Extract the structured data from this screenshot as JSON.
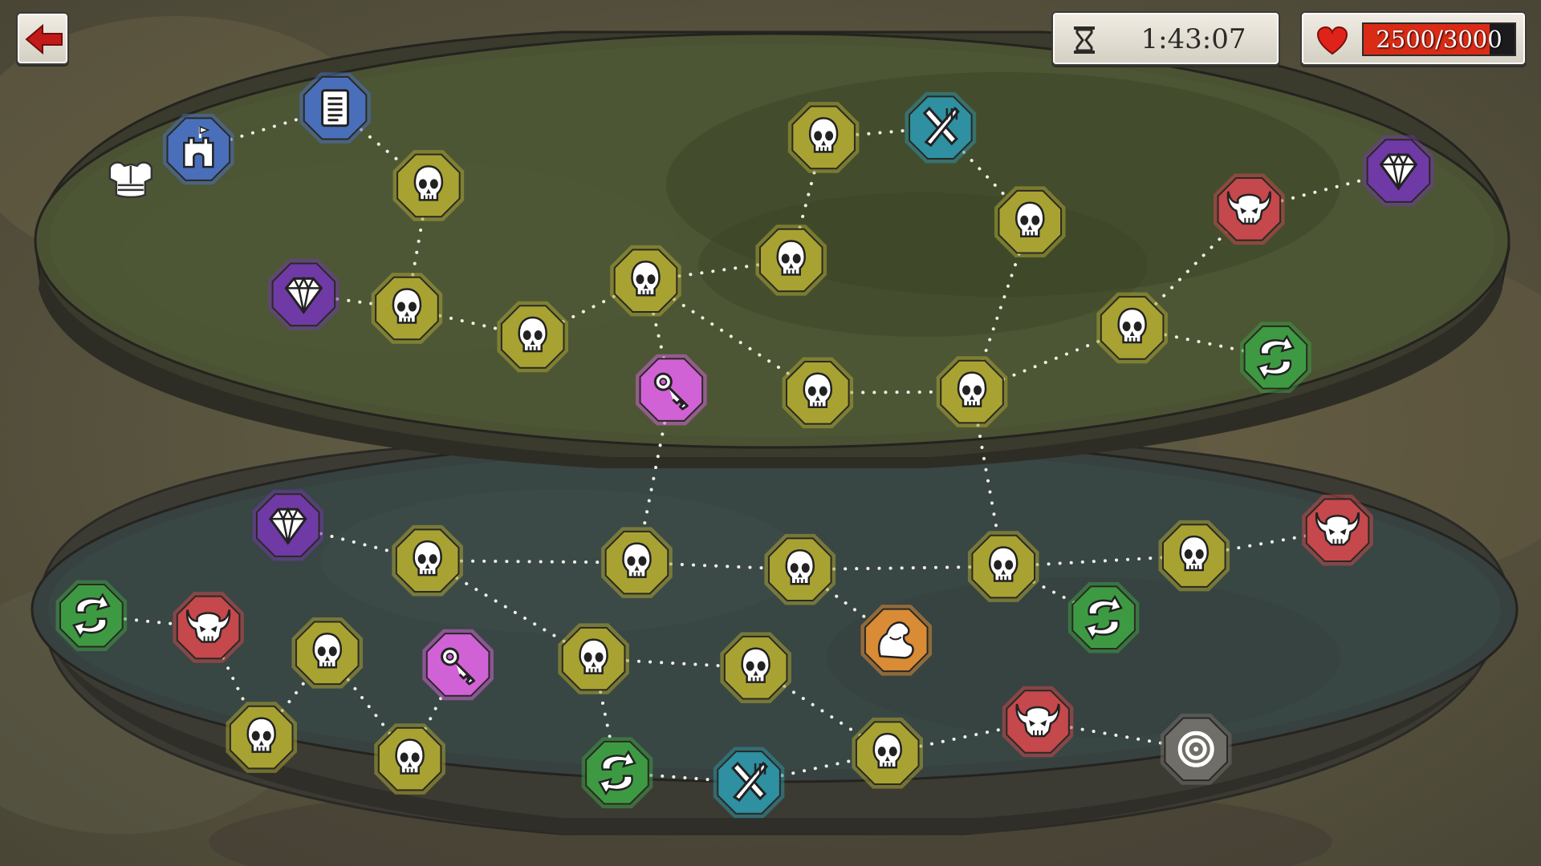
{
  "hud": {
    "back_icon": "back-arrow-icon",
    "timer_icon": "hourglass-icon",
    "timer": "1:43:07",
    "hp_icon": "heart-icon",
    "hp_text": "2500/3000",
    "hp_fraction": 0.833,
    "colors": {
      "hp_fill": "#d92b16",
      "hp_bar_bg": "#1b1b1d",
      "heart": "#e0231a"
    }
  },
  "map": {
    "floors": [
      "upper-floor-grass",
      "lower-floor-stone"
    ],
    "node_colors": {
      "skull": "#a8a232",
      "elite": "#c4484c",
      "gem": "#6f3aa5",
      "key": "#d062d6",
      "rest": "#2e90a0",
      "shrine": "#3e9a42",
      "buff": "#d98b36",
      "town": "#4a6fba",
      "quest": "#4a6fba",
      "boss": "#706e68",
      "armor": "none"
    },
    "node_types": {
      "skull": "skull-icon",
      "elite": "horned-skull-icon",
      "gem": "diamond-icon",
      "key": "key-icon",
      "rest": "crossed-fork-knife-icon",
      "shrine": "swap-arrows-icon",
      "buff": "flexed-arm-icon",
      "town": "castle-icon",
      "quest": "scroll-icon",
      "boss": "target-portal-icon",
      "armor": "chest-armor-icon"
    }
  }
}
